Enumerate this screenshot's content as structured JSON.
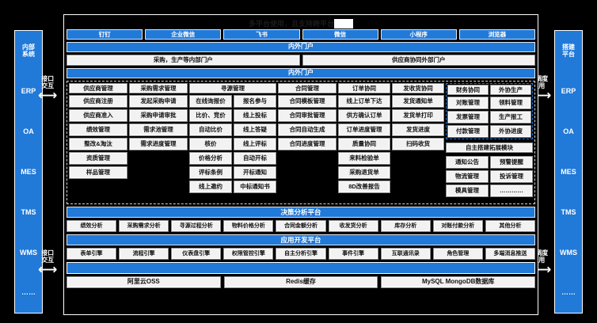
{
  "board": {
    "title": "多平台使用，且支持跨平台",
    "channels": [
      "钉钉",
      "企业微信",
      "飞书",
      "微信",
      "小程序",
      "浏览器"
    ],
    "portal_bar": "内外门户",
    "portals": [
      "采购，生产等内部门户",
      "供应商协同外部门户"
    ],
    "portal_bar2": "内外门户",
    "decision_bar": "决策分析平台",
    "decision_items": [
      "绩效分析",
      "采购需求分析",
      "寻源过程分析",
      "物料价格分析",
      "合同金额分析",
      "收发货分析",
      "库存分析",
      "对账付款分析",
      "其他分析"
    ],
    "app_bar": "应用开发平台",
    "app_items": [
      "表单引擎",
      "流程引擎",
      "仪表盘引擎",
      "权限管控引擎",
      "自主分析引擎",
      "事件引擎",
      "互联通讯录",
      "角色管理",
      "多端消息推送"
    ],
    "infra": [
      "阿里云OSS",
      "Redis缓存",
      "MySQL MongoDB数据库"
    ]
  },
  "grid": {
    "supplier": {
      "header": "供应商管理",
      "items": [
        "供应商注册",
        "供应商准入",
        "绩效管理",
        "整改&淘汰",
        "资质管理",
        "样品管理"
      ]
    },
    "demand": {
      "header": "采购需求管理",
      "items": [
        "发起采购申请",
        "采购申请审批",
        "需求池管理",
        "需求进度管理"
      ]
    },
    "sourcing": {
      "header": "寻源管理",
      "left": [
        "在线询报价",
        "比价、竞价",
        "自动比价",
        "核价",
        "价格分析",
        "评标条例",
        "线上邀约"
      ],
      "right": [
        "报名参与",
        "线上投标",
        "线上答疑",
        "线上评标",
        "自动开标",
        "开标通知",
        "中标通知书"
      ]
    },
    "contract": {
      "header": "合同管理",
      "items": [
        "合同模板管理",
        "合同审批管理",
        "合同自动生成",
        "合同进度管理"
      ]
    },
    "order": {
      "header": "订单协同",
      "items": [
        "线上订单下达",
        "供方确认订单",
        "订单进度管理",
        "质量协同",
        "来料检验单",
        "采购退货单",
        "8D改善报告"
      ]
    },
    "delivery": {
      "header": "发收货协同",
      "items": [
        "发货通知单",
        "发货单打印",
        "发货进度",
        "扫码收货"
      ]
    },
    "finance": {
      "header": "财务协同",
      "items": [
        "对账管理",
        "发票管理",
        "付款管理"
      ]
    },
    "outsource": {
      "header": "外协生产",
      "items": [
        "领料管理",
        "生产报工",
        "外协进度"
      ]
    },
    "extend": {
      "header": "自主搭建拓展模块",
      "left": [
        "通知公告",
        "物流管理",
        "模具管理"
      ],
      "right": [
        "预警提醒",
        "投诉管理",
        "…………"
      ]
    }
  },
  "rails": {
    "left": {
      "head": "内部\n系统",
      "items": [
        "ERP",
        "OA",
        "MES",
        "TMS",
        "WMS",
        "……"
      ]
    },
    "right": {
      "head": "搭建\n平台",
      "items": [
        "ERP",
        "OA",
        "MES",
        "TMS",
        "WMS",
        "……"
      ]
    }
  },
  "connectors": {
    "left_top": "接口\n交互",
    "left_bottom": "接口\n交互",
    "right_top": "调度\n用",
    "right_bottom": "调度\n用",
    "arrow": "⟷"
  },
  "colors": {
    "accent": "#2179d8",
    "panel": "#f2f2f2",
    "background": "#000000"
  }
}
